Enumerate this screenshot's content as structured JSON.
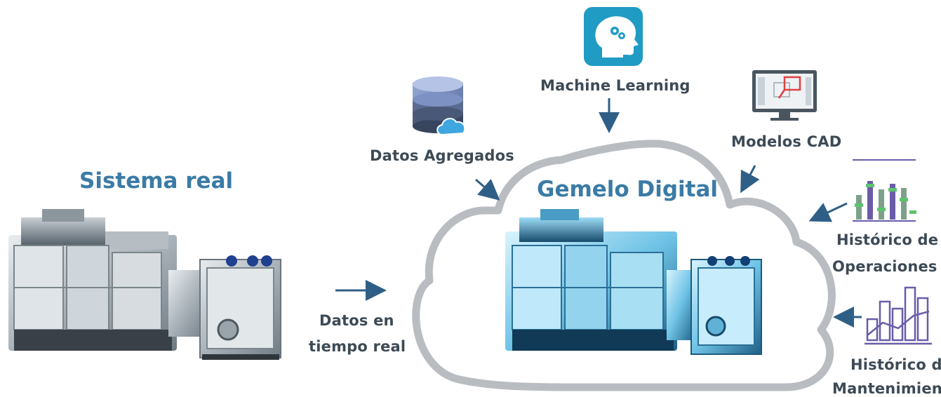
{
  "left": {
    "title": "Sistema real"
  },
  "flow": {
    "realtime_label_line1": "Datos en",
    "realtime_label_line2": "tiempo real"
  },
  "cloud": {
    "title": "Gemelo Digital"
  },
  "inputs": {
    "machine_learning": "Machine Learning",
    "datos_agregados": "Datos Agregados",
    "modelos_cad": "Modelos CAD",
    "historico_operaciones_line1": "Histórico de",
    "historico_operaciones_line2": "Operaciones",
    "historico_mantenimiento_line1": "Histórico de",
    "historico_mantenimiento_line2": "Mantenimiento"
  },
  "colors": {
    "title_blue": "#3b7ba5",
    "label_gray": "#3d4a55",
    "arrow_blue": "#2f5f86",
    "cloud_stroke": "#b9bdc1",
    "icon_teal": "#1f9bc4",
    "chart_green": "#5cc46c",
    "chart_purple": "#6a5ca8"
  },
  "icons": [
    "brain-gears-icon",
    "database-cloud-icon",
    "cad-monitor-icon",
    "bar-chart-icon",
    "bar-line-chart-icon"
  ]
}
